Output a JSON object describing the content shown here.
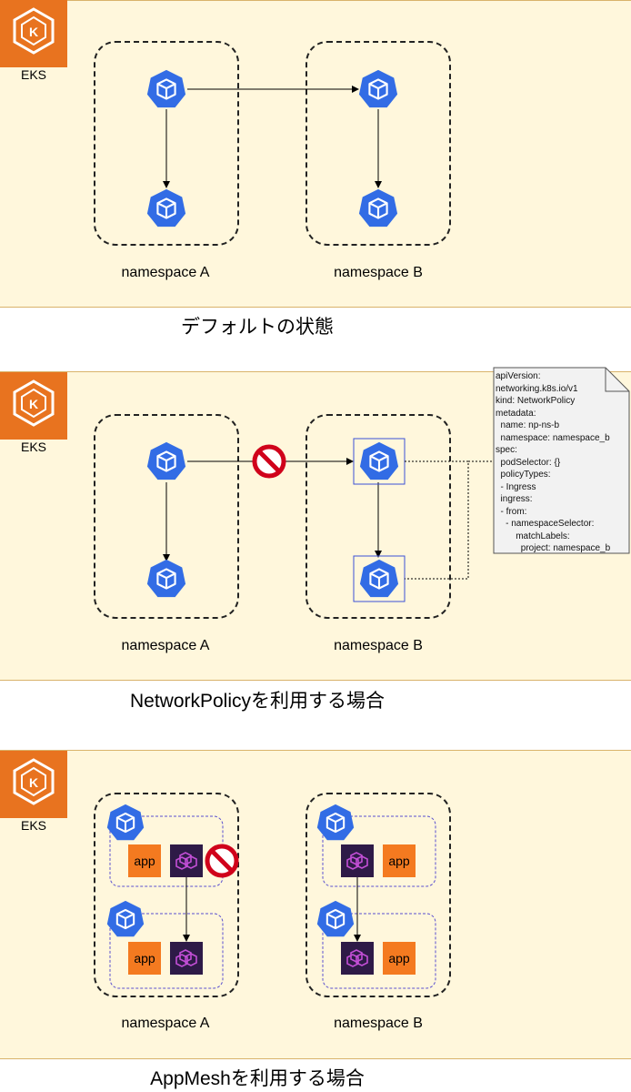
{
  "sections": [
    {
      "eks_label": "EKS",
      "namespace_a": "namespace A",
      "namespace_b": "namespace B",
      "caption": "デフォルトの状態"
    },
    {
      "eks_label": "EKS",
      "namespace_a": "namespace A",
      "namespace_b": "namespace B",
      "caption": "NetworkPolicyを利用する場合",
      "policy_yaml": "apiVersion:\nnetworking.k8s.io/v1\nkind: NetworkPolicy\nmetadata:\n  name: np-ns-b\n  namespace: namespace_b\nspec:\n  podSelector: {}\n  policyTypes:\n  - Ingress\n  ingress:\n  - from:\n    - namespaceSelector:\n        matchLabels:\n          project: namespace_b"
    },
    {
      "eks_label": "EKS",
      "namespace_a": "namespace A",
      "namespace_b": "namespace B",
      "caption": "AppMeshを利用する場合",
      "app_label": "app"
    }
  ],
  "icons": {
    "pod": "kubernetes-pod-icon",
    "eks": "eks-logo-icon",
    "deny": "prohibited-icon",
    "proxy": "envoy-proxy-icon"
  },
  "colors": {
    "panel_bg": "#fff7dc",
    "pod_blue": "#326ce5",
    "eks_orange": "#e8731f",
    "app_orange": "#f47a20",
    "proxy_purple": "#2e1a47",
    "deny_red": "#d0021b"
  }
}
